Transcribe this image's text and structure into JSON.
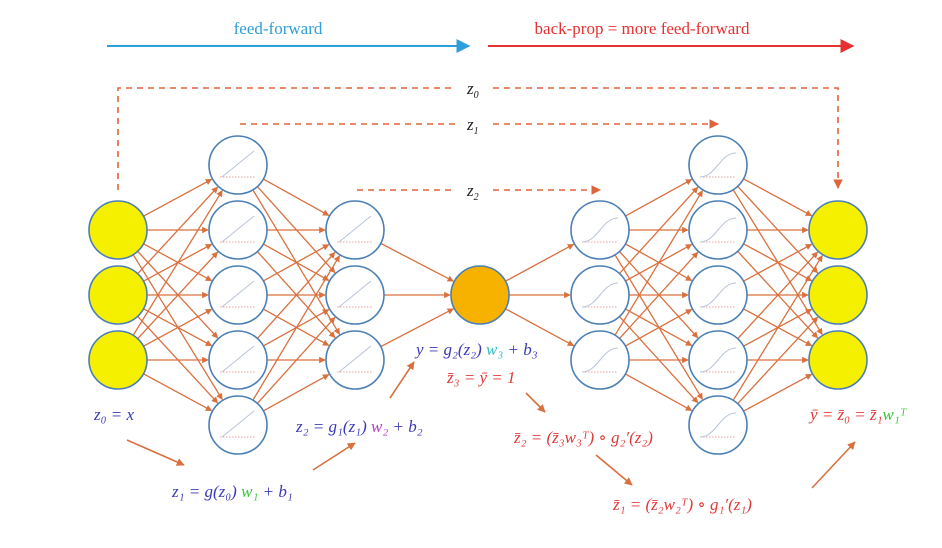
{
  "header": {
    "feed_forward": {
      "label": "feed-forward",
      "color": "#2e9fd8"
    },
    "back_prop": {
      "label": "back-prop = more feed-forward",
      "color": "#e83030"
    }
  },
  "skip_connections": {
    "z0": "z",
    "z0_sub": "0",
    "z1": "z",
    "z1_sub": "1",
    "z2": "z",
    "z2_sub": "2",
    "color": "#e0643a"
  },
  "network": {
    "layer_sizes": [
      3,
      5,
      3,
      1,
      3,
      5,
      3
    ],
    "edge_color": "#d9703d",
    "input_fill": "#f5f000",
    "output_fill": "#f5f000",
    "bottleneck_fill": "#f7b200",
    "hidden_stroke": "#4b7fb5",
    "hidden_fill": "#ffffff"
  },
  "equations": {
    "z0_eq": "z₀ = x",
    "z1_eq": {
      "lhs": "z₁ = g(z₀) ",
      "w": "w₁",
      "rest": " + b₁"
    },
    "z2_eq": {
      "lhs": "z₂ = g₁(z₁) ",
      "w": "w₂",
      "rest": " + b₂"
    },
    "y_eq": {
      "lhs": "y = g₂(z₂) ",
      "w": "w₃",
      "rest": " + b₃"
    },
    "zbar3_eq": "z̄₃ = ȳ = 1",
    "zbar2_eq": "z̄₂ = (z̄₃w₃ᵀ) ∘ g₂′(z₂)",
    "zbar1_eq": "z̄₁ = (z̄₂w₂ᵀ) ∘ g₁′(z₁)",
    "ybar_eq": {
      "lhs": "ȳ = z̄₀ = z̄₁",
      "w": "w₁ᵀ"
    },
    "colors": {
      "forward": "#3a3ab8",
      "back": "#e03a3a",
      "w1": "#38c838",
      "w2": "#b838c8",
      "w3": "#30c0c0"
    }
  }
}
